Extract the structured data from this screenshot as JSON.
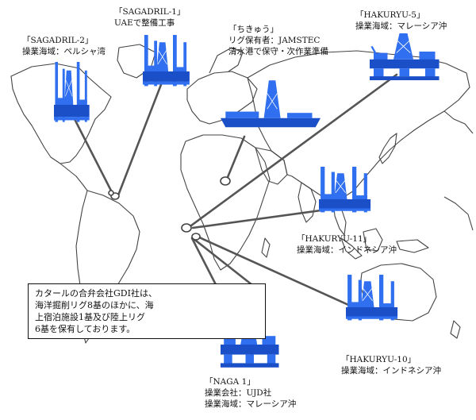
{
  "colors": {
    "rig_blue": "#2f6ff0",
    "rig_dark": "#1a4fc8",
    "connector": "#555555",
    "map_outline": "#444444"
  },
  "rigs": [
    {
      "id": "sagadril-2",
      "icon": "jackup-rig-icon",
      "lines": [
        "「SAGADRIL-2」",
        "操業海域：ペルシャ湾"
      ]
    },
    {
      "id": "sagadril-1",
      "icon": "jackup-rig-icon",
      "lines": [
        "「SAGADRIL-1」",
        "UAEで整備工事"
      ]
    },
    {
      "id": "chikyu",
      "icon": "drillship-icon",
      "lines": [
        "「ちきゅう」",
        "リグ保有者：JAMSTEC",
        "清水港で保守・次作業準備"
      ]
    },
    {
      "id": "hakuryu-5",
      "icon": "semisubmersible-rig-icon",
      "lines": [
        "「HAKURYU-5」",
        "操業海域：マレーシア沖"
      ]
    },
    {
      "id": "hakuryu-11",
      "icon": "jackup-rig-icon",
      "lines": [
        "「HAKURYU-11」",
        "操業海域：インドネシア沖"
      ]
    },
    {
      "id": "hakuryu-10",
      "icon": "jackup-rig-icon",
      "lines": [
        "「HAKURYU-10」",
        "操業海域：インドネシア沖"
      ]
    },
    {
      "id": "naga-1",
      "icon": "semisubmersible-rig-icon",
      "lines": [
        "「NAGA 1」",
        "操業会社：UJD社",
        "操業海域：マレーシア沖"
      ]
    }
  ],
  "info_box": {
    "lines": [
      "カタールの合弁会社GDI社は、",
      "海洋掘削リグ8基のほかに、海",
      "上宿泊施設1基及び陸上リグ",
      "6基を保有しております。"
    ]
  }
}
